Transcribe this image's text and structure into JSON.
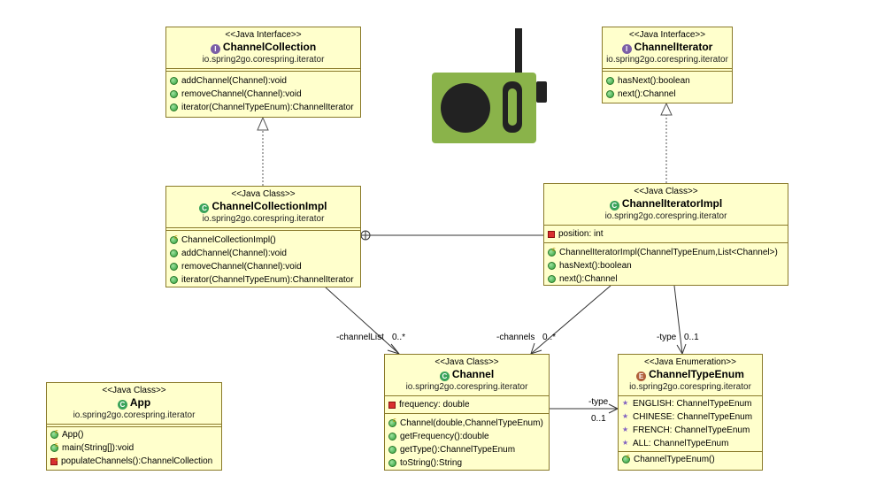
{
  "colors": {
    "box_fill": "#ffffcc",
    "box_border": "#8a7a2a",
    "radio_green": "#8ab34a",
    "radio_dark": "#222222"
  },
  "classes": {
    "channel_collection": {
      "stereotype": "<<Java Interface>>",
      "icon": "I",
      "name": "ChannelCollection",
      "package": "io.spring2go.corespring.iterator",
      "fields": [],
      "methods": [
        {
          "vis": "pub",
          "text": "addChannel(Channel):void"
        },
        {
          "vis": "pub",
          "text": "removeChannel(Channel):void"
        },
        {
          "vis": "pub",
          "text": "iterator(ChannelTypeEnum):ChannelIterator"
        }
      ]
    },
    "channel_iterator": {
      "stereotype": "<<Java Interface>>",
      "icon": "I",
      "name": "ChannelIterator",
      "package": "io.spring2go.corespring.iterator",
      "fields": [],
      "methods": [
        {
          "vis": "pub",
          "text": "hasNext():boolean"
        },
        {
          "vis": "pub",
          "text": "next():Channel"
        }
      ]
    },
    "channel_collection_impl": {
      "stereotype": "<<Java Class>>",
      "icon": "C",
      "name": "ChannelCollectionImpl",
      "package": "io.spring2go.corespring.iterator",
      "fields": [],
      "methods": [
        {
          "vis": "ctor",
          "text": "ChannelCollectionImpl()"
        },
        {
          "vis": "pub",
          "text": "addChannel(Channel):void"
        },
        {
          "vis": "pub",
          "text": "removeChannel(Channel):void"
        },
        {
          "vis": "pub",
          "text": "iterator(ChannelTypeEnum):ChannelIterator"
        }
      ]
    },
    "channel_iterator_impl": {
      "stereotype": "<<Java Class>>",
      "icon": "C",
      "name": "ChannelIteratorImpl",
      "package": "io.spring2go.corespring.iterator",
      "fields": [
        {
          "vis": "priv",
          "text": "position:  int"
        }
      ],
      "methods": [
        {
          "vis": "ctor",
          "text": "ChannelIteratorImpl(ChannelTypeEnum,List<Channel>)"
        },
        {
          "vis": "pub",
          "text": "hasNext():boolean"
        },
        {
          "vis": "pub",
          "text": "next():Channel"
        }
      ]
    },
    "channel": {
      "stereotype": "<<Java Class>>",
      "icon": "C",
      "name": "Channel",
      "package": "io.spring2go.corespring.iterator",
      "fields": [
        {
          "vis": "priv",
          "text": "frequency:  double"
        }
      ],
      "methods": [
        {
          "vis": "ctor",
          "text": "Channel(double,ChannelTypeEnum)"
        },
        {
          "vis": "pub",
          "text": "getFrequency():double"
        },
        {
          "vis": "pub",
          "text": "getType():ChannelTypeEnum"
        },
        {
          "vis": "pub",
          "text": "toString():String"
        }
      ]
    },
    "channel_type_enum": {
      "stereotype": "<<Java Enumeration>>",
      "icon": "E",
      "name": "ChannelTypeEnum",
      "package": "io.spring2go.corespring.iterator",
      "fields": [
        {
          "vis": "enumc",
          "text": "ENGLISH:  ChannelTypeEnum"
        },
        {
          "vis": "enumc",
          "text": "CHINESE:  ChannelTypeEnum"
        },
        {
          "vis": "enumc",
          "text": "FRENCH:  ChannelTypeEnum"
        },
        {
          "vis": "enumc",
          "text": "ALL:  ChannelTypeEnum"
        }
      ],
      "methods": [
        {
          "vis": "ctor",
          "text": "ChannelTypeEnum()"
        }
      ]
    },
    "app": {
      "stereotype": "<<Java Class>>",
      "icon": "C",
      "name": "App",
      "package": "io.spring2go.corespring.iterator",
      "fields": [],
      "methods": [
        {
          "vis": "ctor",
          "text": "App()"
        },
        {
          "vis": "stat",
          "text": "main(String[]):void"
        },
        {
          "vis": "privstat",
          "text": "populateChannels():ChannelCollection"
        }
      ]
    }
  },
  "relations": {
    "collection_to_channel_role": "-channelList",
    "collection_to_channel_mult": "0..*",
    "iterator_to_channel_role": "-channels",
    "iterator_to_channel_mult": "0..*",
    "iterator_to_enum_role": "-type",
    "iterator_to_enum_mult": "0..1",
    "channel_to_enum_role": "-type",
    "channel_to_enum_mult": "0..1"
  }
}
